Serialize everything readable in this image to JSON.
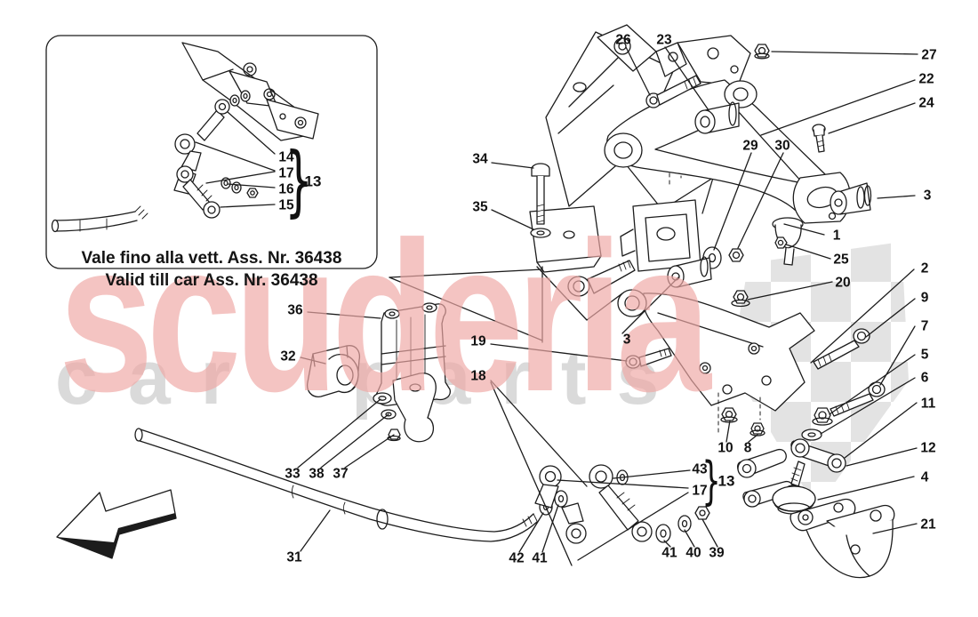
{
  "watermark": {
    "brand_text": "scuderia",
    "sub_text": "car parts",
    "brand_color": "#efa9a6",
    "sub_color": "#dadada",
    "checker_color": "#e3e3e3"
  },
  "inset": {
    "caption_line1": "Vale fino alla vett. Ass. Nr. 36438",
    "caption_line2": "Valid till car Ass. Nr. 36438",
    "callouts": [
      {
        "part": "14"
      },
      {
        "part": "17"
      },
      {
        "part": "16"
      },
      {
        "part": "15"
      }
    ],
    "group": {
      "part": "13",
      "brace": "}"
    }
  },
  "diagram": {
    "callouts": [
      {
        "part": "26"
      },
      {
        "part": "23"
      },
      {
        "part": "27"
      },
      {
        "part": "22"
      },
      {
        "part": "24"
      },
      {
        "part": "34"
      },
      {
        "part": "35"
      },
      {
        "part": "29"
      },
      {
        "part": "30"
      },
      {
        "part": "3"
      },
      {
        "part": "1"
      },
      {
        "part": "25"
      },
      {
        "part": "2"
      },
      {
        "part": "20"
      },
      {
        "part": "9"
      },
      {
        "part": "7"
      },
      {
        "part": "5"
      },
      {
        "part": "6"
      },
      {
        "part": "11"
      },
      {
        "part": "12"
      },
      {
        "part": "4"
      },
      {
        "part": "21"
      },
      {
        "part": "36"
      },
      {
        "part": "32"
      },
      {
        "part": "19"
      },
      {
        "part": "3"
      },
      {
        "part": "18"
      },
      {
        "part": "10"
      },
      {
        "part": "8"
      },
      {
        "part": "43"
      },
      {
        "part": "13"
      },
      {
        "part": "17"
      },
      {
        "part": "33"
      },
      {
        "part": "38"
      },
      {
        "part": "37"
      },
      {
        "part": "31"
      },
      {
        "part": "42"
      },
      {
        "part": "41"
      },
      {
        "part": "41"
      },
      {
        "part": "40"
      },
      {
        "part": "39"
      }
    ],
    "group_brace": "}"
  }
}
